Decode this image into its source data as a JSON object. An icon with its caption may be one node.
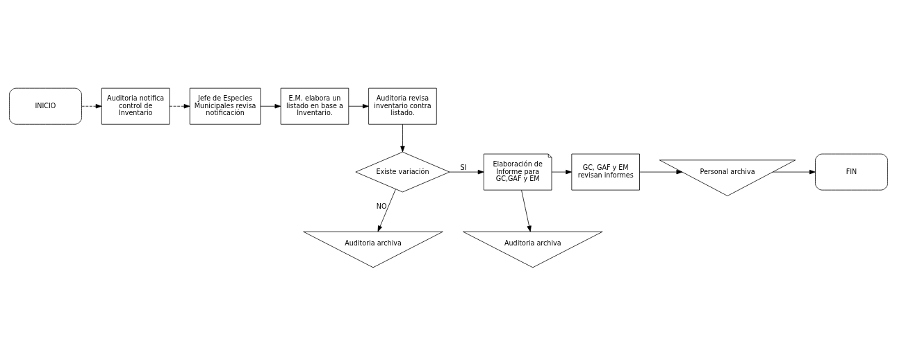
{
  "diagram": {
    "nodes": [
      {
        "text": [
          "INICIO"
        ]
      },
      {
        "text": [
          "Auditoria notifica control de Inventario"
        ]
      },
      {
        "text": [
          "Jefe de Especies Municipales revisa notificación"
        ]
      },
      {
        "text": [
          "E.M. elabora un listado en base a Inventario."
        ]
      },
      {
        "text": [
          "Auditoria revisa inventario contra listado."
        ]
      },
      {
        "text": [
          "Existe variación"
        ]
      },
      {
        "text": [
          "Elaboración de Informe para GC,GAF y EM"
        ]
      },
      {
        "text": [
          "GC, GAF y EM revisan informes"
        ]
      },
      {
        "text": [
          "Personal archiva"
        ]
      },
      {
        "text": [
          "FIN"
        ]
      },
      {
        "text": [
          "Auditoria archiva"
        ]
      },
      {
        "text": [
          "Auditoria archiva"
        ]
      }
    ],
    "edges": [
      {
        "from": 0,
        "to": 1,
        "arrow": "to",
        "style": "dashed"
      },
      {
        "from": 1,
        "to": 2,
        "arrow": "to",
        "style": "dashed"
      },
      {
        "from": 2,
        "to": 3,
        "arrow": "to"
      },
      {
        "from": 3,
        "to": 4,
        "arrow": "to"
      },
      {
        "from": 4,
        "to": 5,
        "arrow": "to"
      },
      {
        "from": 5,
        "to": 6,
        "arrow": "to",
        "label": "SI"
      },
      {
        "from": 6,
        "to": 7,
        "arrow": "to"
      },
      {
        "from": 7,
        "to": 8,
        "arrow": "to"
      },
      {
        "from": 8,
        "to": 9,
        "arrow": "to"
      },
      {
        "from": 6,
        "to": 10,
        "arrow": "to"
      },
      {
        "from": 5,
        "to": 11,
        "arrow": "to",
        "label": "NO"
      }
    ]
  }
}
